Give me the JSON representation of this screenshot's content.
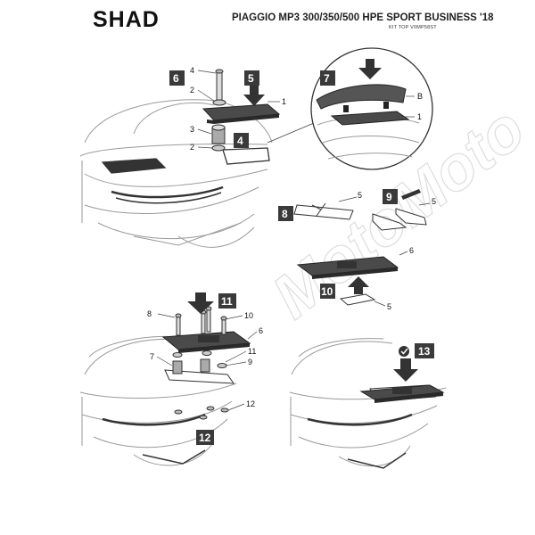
{
  "header": {
    "brand": "SHAD",
    "title": "PIAGGIO MP3 300/350/500 HPE SPORT BUSINESS '18",
    "kit_code": "KIT TOP V0MP58ST"
  },
  "steps": [
    "4",
    "5",
    "6",
    "7",
    "8",
    "9",
    "10",
    "11",
    "12",
    "13"
  ],
  "parts": {
    "top_left": [
      "4",
      "2",
      "3",
      "2",
      "1"
    ],
    "zoom": [
      "B",
      "1"
    ],
    "middle": [
      "5",
      "5",
      "6",
      "5"
    ],
    "bottom_left": [
      "8",
      "10",
      "6",
      "7",
      "11",
      "9",
      "12"
    ]
  },
  "watermark": "MotoMoto",
  "colors": {
    "badge": "#3a3a3a",
    "line": "#222222",
    "light_line": "#9a9a9a",
    "plate": "#4a4a4a"
  }
}
